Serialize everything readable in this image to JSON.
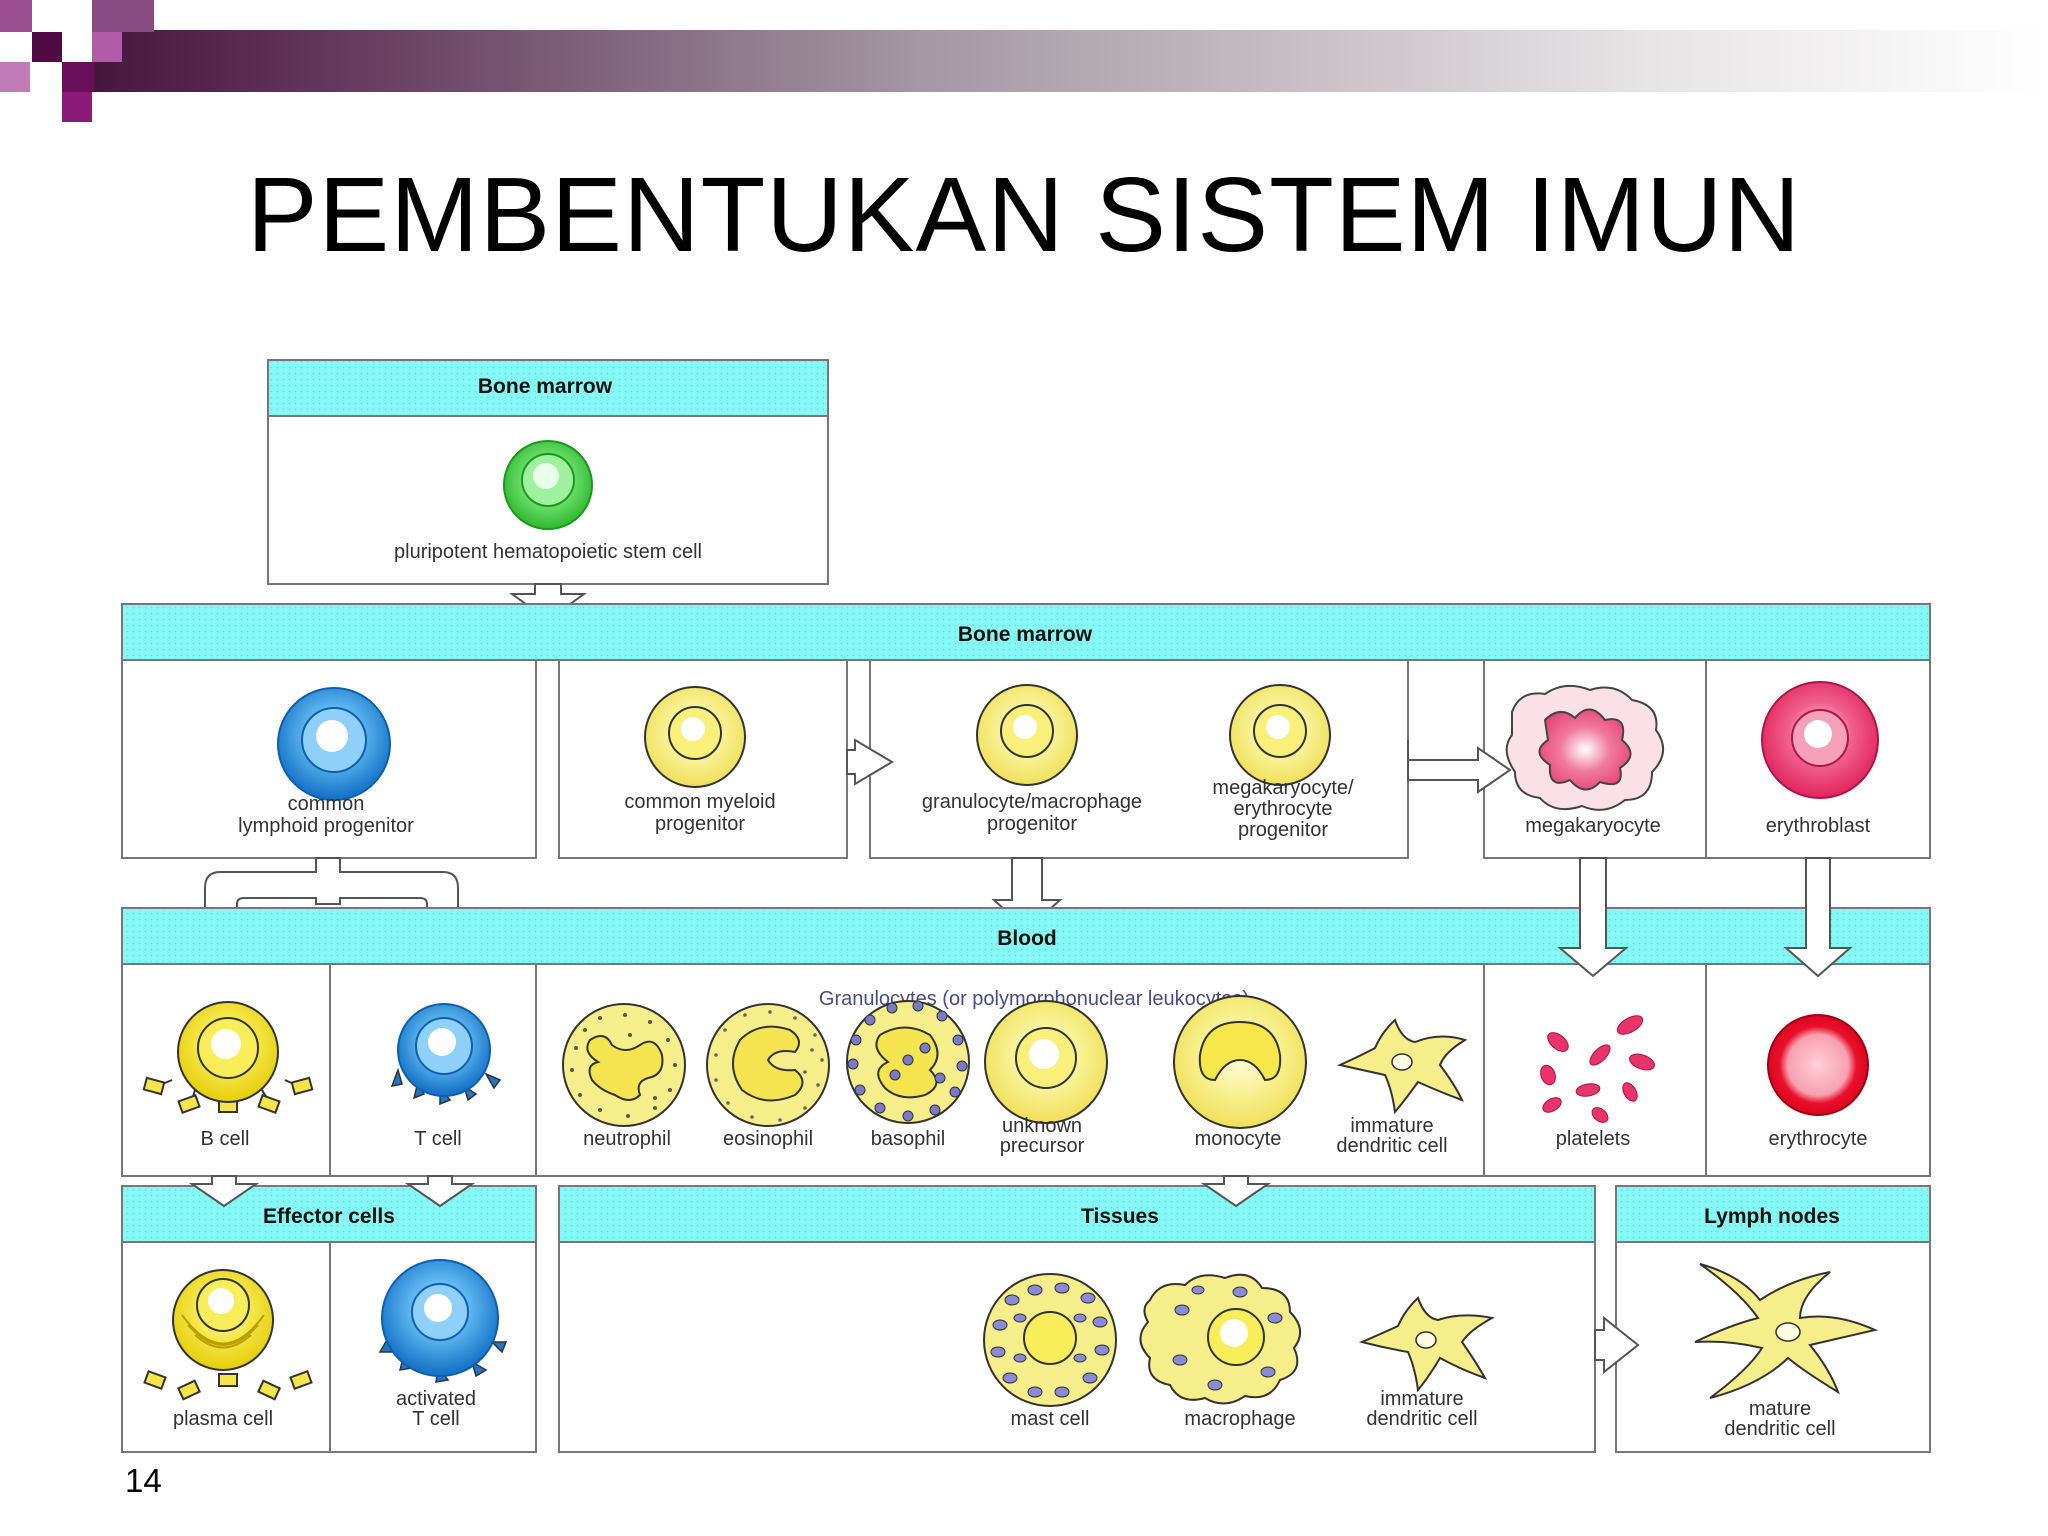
{
  "slide": {
    "title": "PEMBENTUKAN SISTEM IMUN",
    "page_number": "14",
    "colors": {
      "header_band": "#83f8f4",
      "accent_purple": "#6a0f59",
      "cell_green": "#3fcc3f",
      "cell_blue": "#1e88e0",
      "cell_yellow": "#f8ee7a",
      "cell_pink": "#ee2266",
      "cell_red": "#ee1122"
    }
  },
  "diagram": {
    "sections": {
      "bone_marrow_top": "Bone marrow",
      "bone_marrow": "Bone marrow",
      "blood": "Blood",
      "effector_cells": "Effector cells",
      "tissues": "Tissues",
      "lymph_nodes": "Lymph nodes"
    },
    "granulocytes_label": "Granulocytes (or polymorphonuclear leukocytes)",
    "cells": {
      "stem_cell": "pluripotent hematopoietic stem cell",
      "lymphoid_1": "common",
      "lymphoid_2": "lymphoid progenitor",
      "myeloid_1": "common myeloid",
      "myeloid_2": "progenitor",
      "granmac_1": "granulocyte/macrophage",
      "granmac_2": "progenitor",
      "megaery_1": "megakaryocyte/",
      "megaery_2": "erythrocyte",
      "megaery_3": "progenitor",
      "megakaryocyte": "megakaryocyte",
      "erythroblast": "erythroblast",
      "b_cell": "B cell",
      "t_cell": "T cell",
      "neutrophil": "neutrophil",
      "eosinophil": "eosinophil",
      "basophil": "basophil",
      "unknown_1": "unknown",
      "unknown_2": "precursor",
      "monocyte": "monocyte",
      "imm_dc_blood_1": "immature",
      "imm_dc_blood_2": "dendritic cell",
      "platelets": "platelets",
      "erythrocyte": "erythrocyte",
      "plasma_cell": "plasma cell",
      "act_t_1": "activated",
      "act_t_2": "T cell",
      "mast_cell": "mast cell",
      "macrophage": "macrophage",
      "imm_dc_tissue_1": "immature",
      "imm_dc_tissue_2": "dendritic cell",
      "mature_dc_1": "mature",
      "mature_dc_2": "dendritic cell"
    }
  }
}
